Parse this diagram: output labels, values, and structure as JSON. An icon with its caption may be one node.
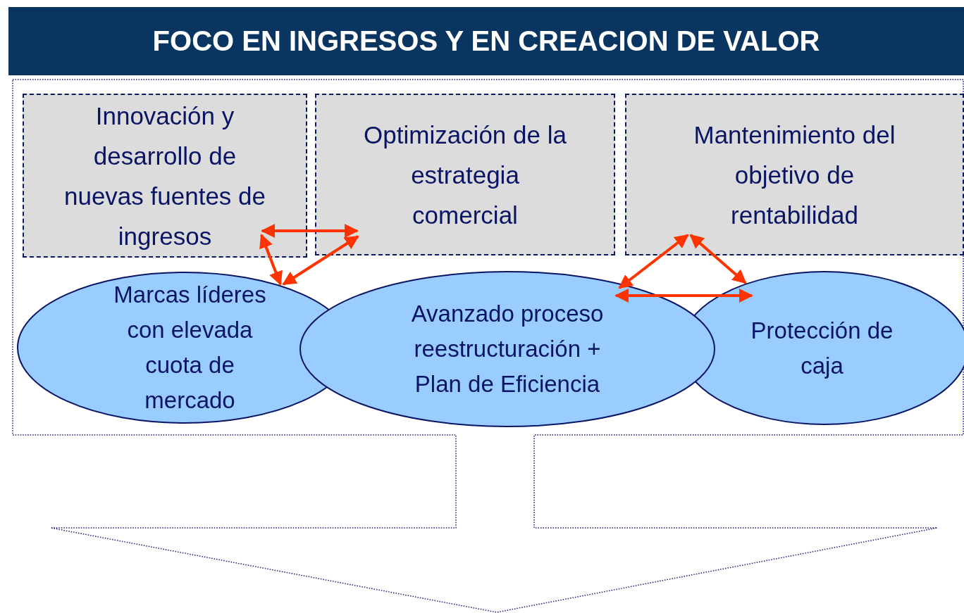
{
  "diagram": {
    "title": "FOCO EN INGRESOS Y EN CREACION DE VALOR",
    "nodes": [
      {
        "text": [
          "Innovación y desarrollo de nuevas fuentes de ingresos"
        ]
      },
      {
        "text": [
          "Optimización de la estrategia comercial"
        ]
      },
      {
        "text": [
          "Mantenimiento del objetivo de rentabilidad"
        ]
      },
      {
        "text": [
          "Marcas líderes con elevada cuota de mercado"
        ]
      },
      {
        "text": [
          "Avanzado proceso reestructuración + Plan de Eficiencia"
        ]
      },
      {
        "text": [
          "Protección de caja"
        ]
      }
    ],
    "edges": [
      {
        "from": 0,
        "to": 1,
        "arrow": "both"
      },
      {
        "from": 0,
        "to": 3,
        "arrow": "both"
      },
      {
        "from": 1,
        "to": 3,
        "arrow": "both"
      },
      {
        "from": 2,
        "to": 4,
        "arrow": "both"
      },
      {
        "from": 2,
        "to": 5,
        "arrow": "both"
      },
      {
        "from": 4,
        "to": 5,
        "arrow": "both"
      }
    ]
  }
}
